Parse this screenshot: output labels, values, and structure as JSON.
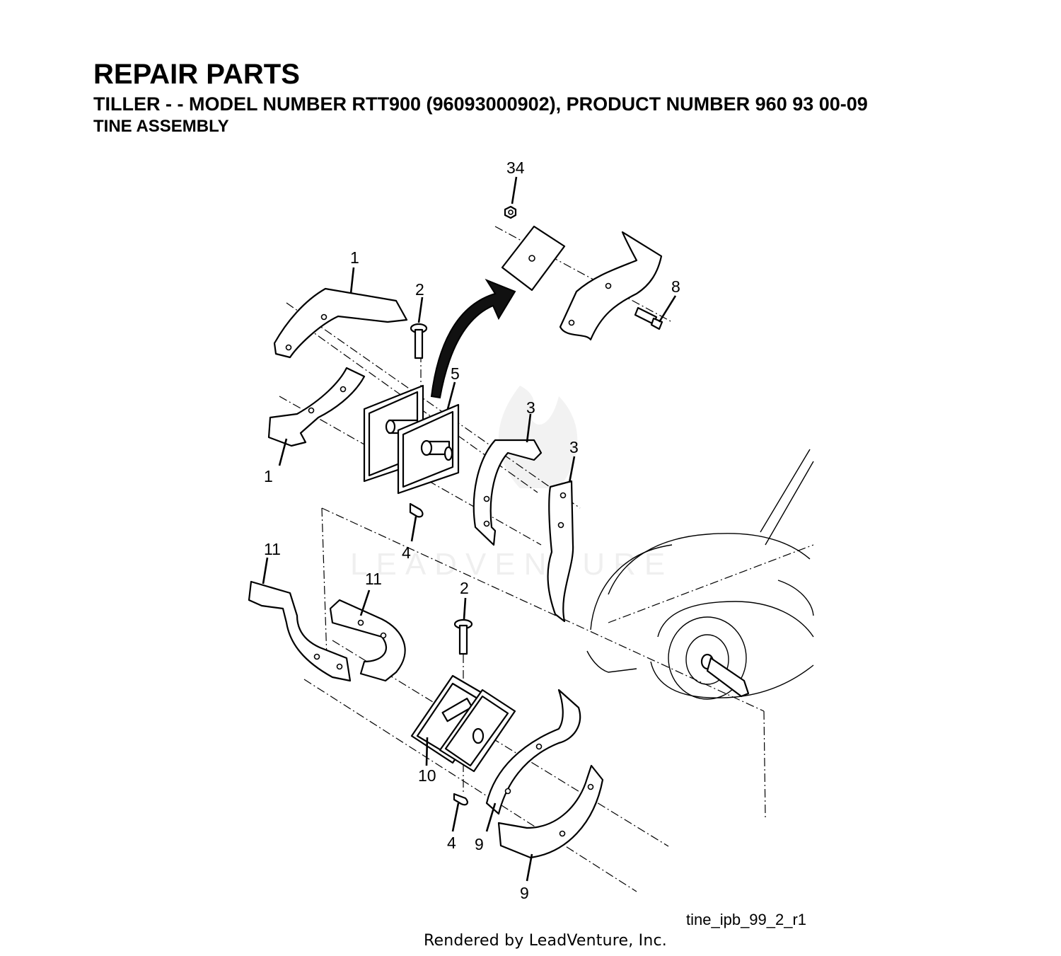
{
  "header": {
    "title": "REPAIR PARTS",
    "subtitle": "TILLER - - MODEL NUMBER RTT900 (96093000902), PRODUCT NUMBER 960 93 00-09",
    "section": "TINE ASSEMBLY"
  },
  "callouts": {
    "c34": "34",
    "c1_top": "1",
    "c2_top": "2",
    "c8": "8",
    "c5": "5",
    "c3_a": "3",
    "c3_b": "3",
    "c1_bottom": "1",
    "c4_top": "4",
    "c11_a": "11",
    "c11_b": "11",
    "c2_bottom": "2",
    "c10": "10",
    "c4_bottom": "4",
    "c9_a": "9",
    "c9_b": "9"
  },
  "watermark": "LEADVENTURE",
  "figure_id": "tine_ipb_99_2_r1",
  "footer": "Rendered by LeadVenture, Inc."
}
